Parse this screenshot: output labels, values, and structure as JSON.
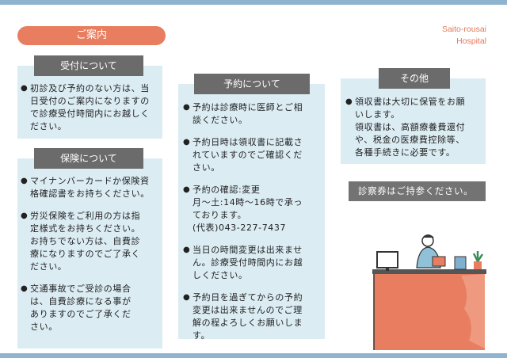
{
  "header": {
    "title": "ご案内",
    "hospital_lines": [
      "Saito-rousai",
      "Hospital"
    ]
  },
  "sections": {
    "reception": {
      "title": "受付について",
      "items": [
        {
          "lines": [
            "初診及び予約のない方は、当",
            "日受付のご案内になりますの",
            "で診療受付時間内にお越しく",
            "ださい。"
          ]
        }
      ]
    },
    "insurance": {
      "title": "保険について",
      "items": [
        {
          "lines": [
            "マイナンバーカードか保険資",
            "格確認書をお持ちください。"
          ]
        },
        {
          "lines": [
            "労災保険をご利用の方は指",
            "定様式をお持ちください。",
            "お持ちでない方は、自費診",
            "療になりますのでご了承く",
            "ださい。"
          ]
        },
        {
          "lines": [
            "交通事故でご受診の場合",
            "は、自費診療になる事が",
            "ありますのでご了承くだ",
            "さい。"
          ]
        }
      ]
    },
    "reservation": {
      "title": "予約について",
      "items": [
        {
          "lines": [
            "予約は診療時に医師とご相",
            "談ください。"
          ]
        },
        {
          "lines": [
            "予約日時は領収書に記載さ",
            "れていますのでご確認くだ",
            "さい。"
          ]
        },
        {
          "lines": [
            "予約の確認:変更",
            "月～土:14時～16時で承っ",
            "ております。",
            "(代表)043-227-7437"
          ]
        },
        {
          "lines": [
            "当日の時間変更は出来ませ",
            "ん。診療受付時間内にお越",
            "しください。"
          ]
        },
        {
          "lines": [
            "予約日を過ぎてからの予約",
            "変更は出来ませんのでご理",
            "解の程よろしくお願いしま",
            "す。"
          ]
        }
      ]
    },
    "other": {
      "title": "その他",
      "items": [
        {
          "lines": [
            "領収書は大切に保管をお願",
            "いします。",
            "領収書は、高額療養費還付",
            "や、税金の医療費控除等、",
            "各種手続きに必要です。"
          ]
        }
      ]
    }
  },
  "note": "診察券はご持参ください。",
  "colors": {
    "accent": "#e87e5f",
    "card": "#dbecf3",
    "tab": "#6b6b6b",
    "edge": "#8fb4cf"
  },
  "icons": {
    "bullet": "●"
  }
}
